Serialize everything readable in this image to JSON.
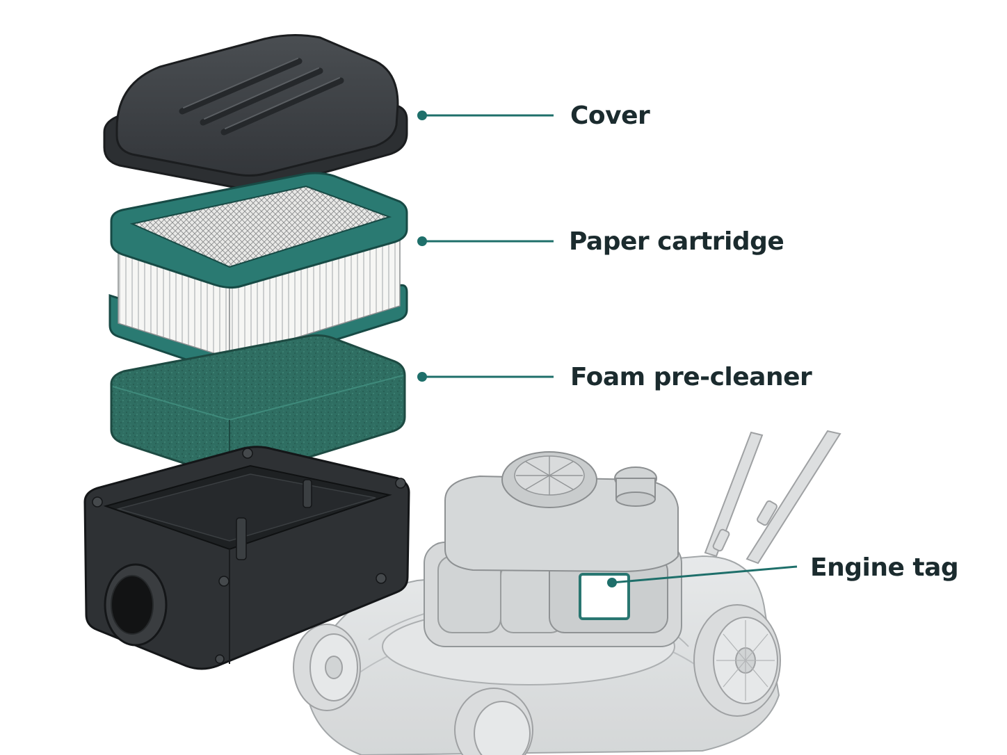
{
  "labels": {
    "cover": "Cover",
    "paper_cartridge": "Paper cartridge",
    "foam_pre_cleaner": "Foam pre-cleaner",
    "engine_tag": "Engine tag"
  },
  "colors": {
    "accent_teal": "#1e6f6a",
    "cover_dark": "#3a3d40",
    "housing_dark": "#2e3134",
    "foam_green": "#2f6e62",
    "filter_frame": "#2a7a72",
    "pleat_white": "#f4f4f2",
    "mower_grey": "#d9dbdc",
    "label_text": "#1b2b2e"
  },
  "icons": {
    "callout_dot": "callout-dot-icon"
  }
}
